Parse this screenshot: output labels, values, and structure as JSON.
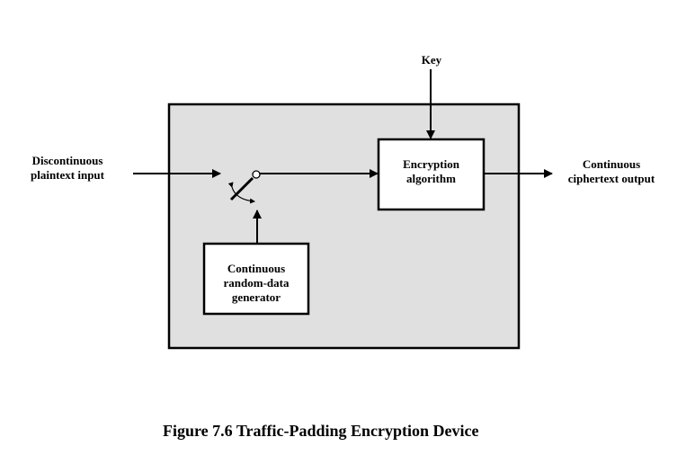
{
  "diagram": {
    "labels": {
      "key": "Key",
      "input_line1": "Discontinuous",
      "input_line2": "plaintext input",
      "encryption_line1": "Encryption",
      "encryption_line2": "algorithm",
      "output_line1": "Continuous",
      "output_line2": "ciphertext output",
      "generator_line1": "Continuous",
      "generator_line2": "random-data",
      "generator_line3": "generator"
    },
    "colors": {
      "device_fill": "#e0e0e0",
      "box_fill": "#ffffff",
      "stroke": "#000000"
    }
  },
  "caption": "Figure 7.6  Traffic-Padding Encryption Device"
}
